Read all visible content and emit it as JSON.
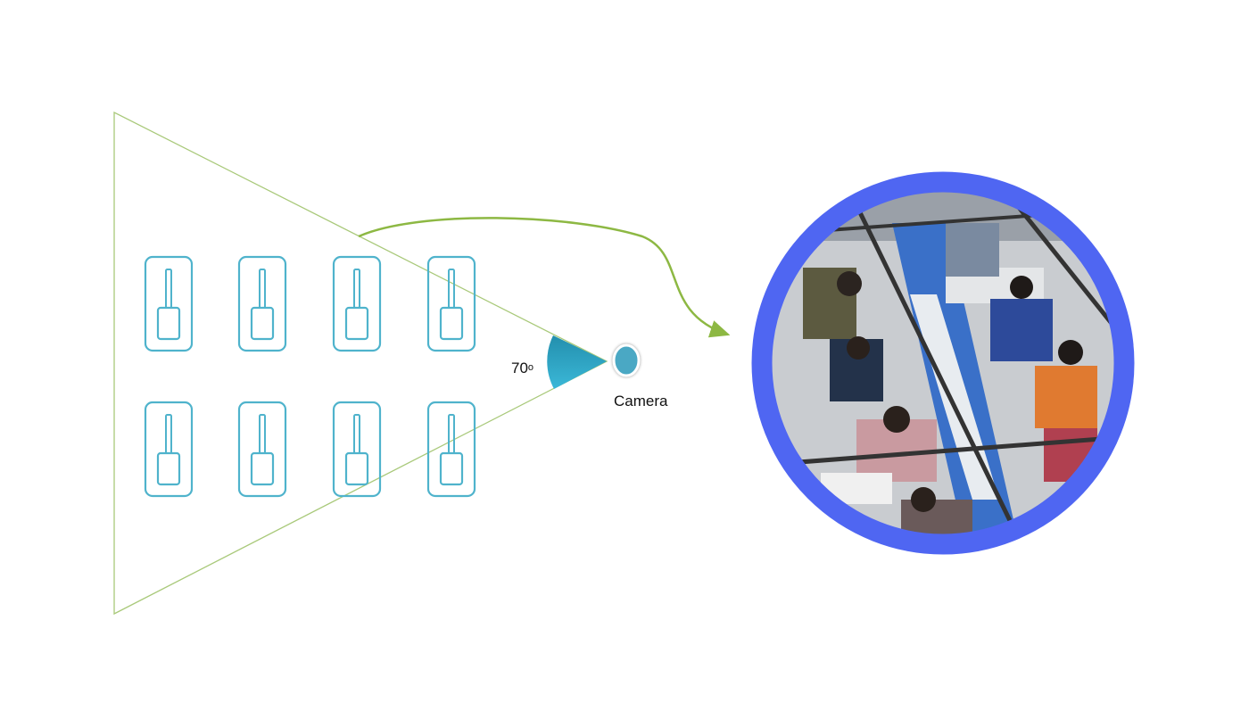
{
  "diagram": {
    "angle_label": "70",
    "angle_unit": "o",
    "camera_label": "Camera",
    "machine_count": 8,
    "colors": {
      "fov_line": "#a9c97a",
      "machine": "#4fb3cc",
      "sector": "#2ba3c6",
      "camera": "#4aa8c4",
      "arrow": "#8db843",
      "ring": "#4f66f2"
    },
    "icons": [
      "sewing-machine-icon",
      "camera-icon",
      "factory-photo"
    ]
  }
}
